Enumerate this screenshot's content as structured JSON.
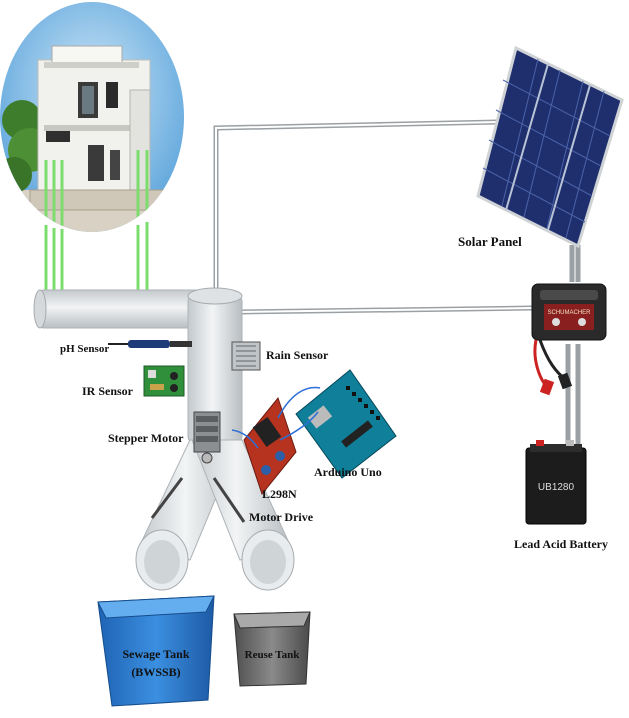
{
  "labels": {
    "solar_panel": "Solar Panel",
    "ph_sensor": "pH Sensor",
    "rain_sensor": "Rain Sensor",
    "ir_sensor": "IR Sensor",
    "stepper_motor": "Stepper Motor",
    "arduino": "Arduino Uno",
    "motor_drive_line1": "L298N",
    "motor_drive_line2": "Motor Drive",
    "battery": "Lead Acid Battery",
    "sewage_tank_line1": "Sewage Tank",
    "sewage_tank_line2": "(BWSSB)",
    "reuse_tank": "Reuse Tank",
    "charger_brand": "SCHUMACHER",
    "battery_model": "UB1280"
  },
  "colors": {
    "pipe": "#e3e6e8",
    "pipe_edge": "#b8bdc1",
    "solar_cell": "#2a3f86",
    "drain_green": "#7ddc6e",
    "sewage_tank": "#2f7fd1",
    "reuse_tank": "#6f6f6f",
    "arduino": "#0f7f9a",
    "driver_board": "#b5331f",
    "sky": "#7ab8e6"
  }
}
